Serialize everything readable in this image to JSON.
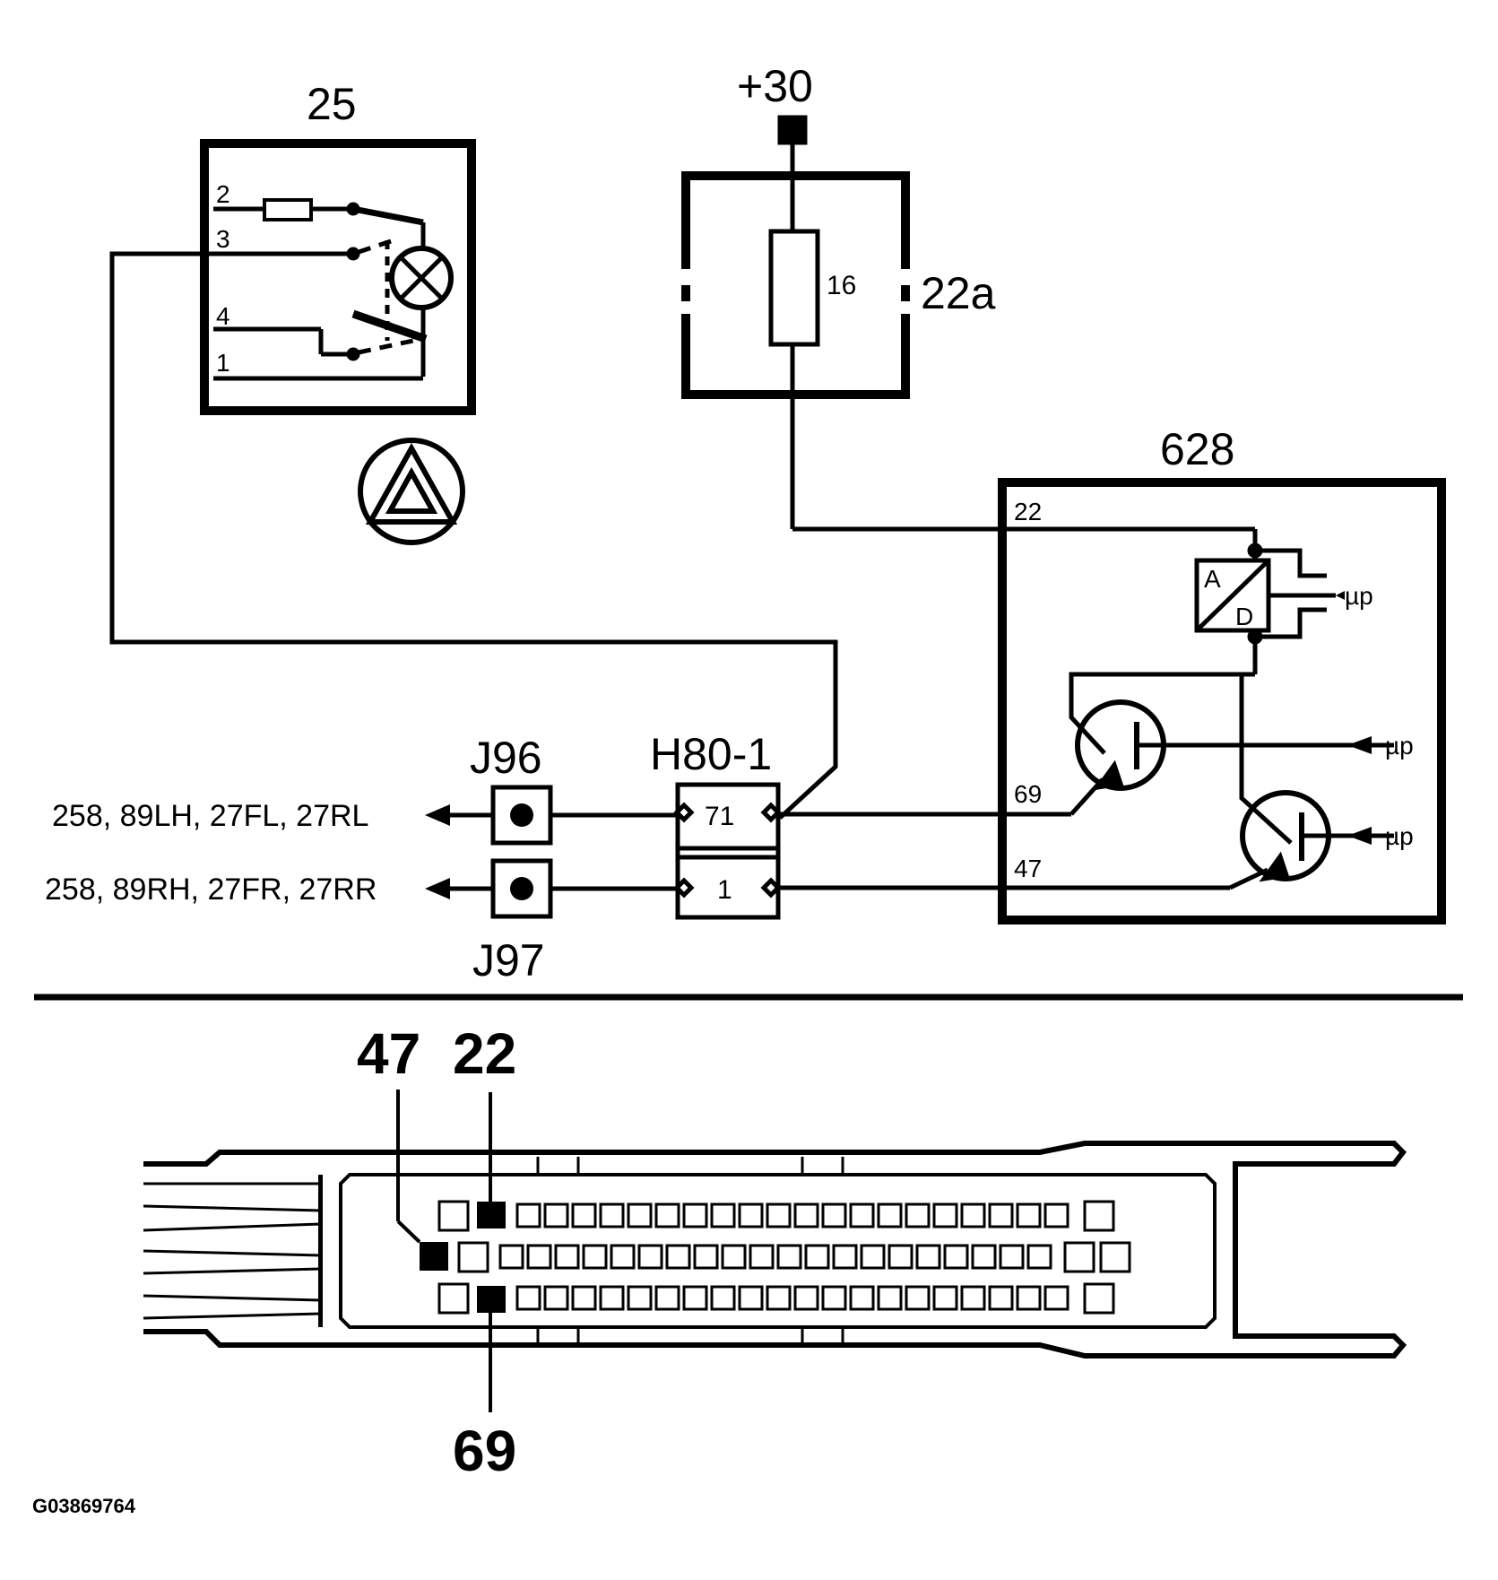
{
  "components": {
    "hazard_switch": "25",
    "fuse_box": "22a",
    "fuse": "16",
    "module": "628",
    "connector": "H80-1",
    "junction_upper": "J96",
    "junction_lower": "J97",
    "battery": "+30"
  },
  "hazard_switch_pins": [
    "2",
    "3",
    "4",
    "1"
  ],
  "module_pins": {
    "p22": "22",
    "p69": "69",
    "p47": "47"
  },
  "module_internal": {
    "adc_a": "A",
    "adc_d": "D",
    "mu1": "µp",
    "mu2": "µp",
    "mu3": "µp"
  },
  "connector_pins": {
    "upper": "71",
    "lower": "1"
  },
  "outputs": {
    "upper": "258, 89LH, 27FL, 27RL",
    "lower": "258, 89RH, 27FR, 27RR"
  },
  "plug_callouts": {
    "pin47": "47",
    "pin22": "22",
    "pin69": "69"
  },
  "image_code": "G03869764"
}
